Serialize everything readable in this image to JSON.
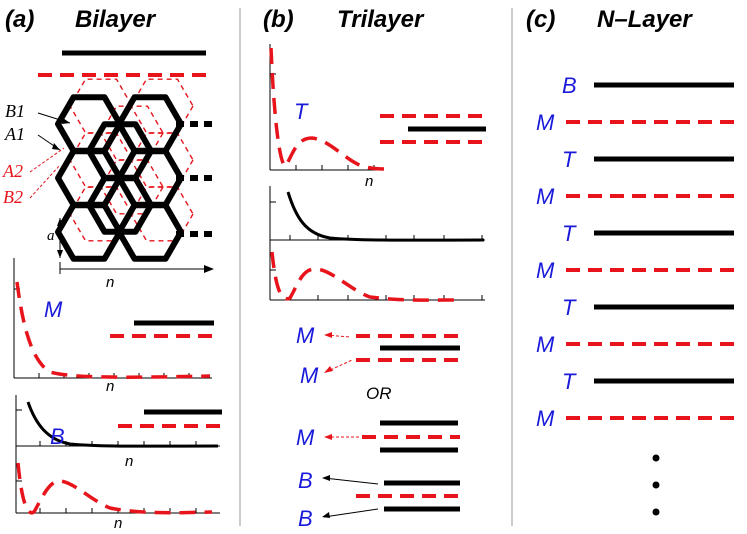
{
  "panels": {
    "a": {
      "letter": "(a)",
      "title": "Bilayer"
    },
    "b": {
      "letter": "(b)",
      "title": "Trilayer"
    },
    "c": {
      "letter": "(c)",
      "title": "N–Layer"
    }
  },
  "lattice": {
    "site_labels": [
      "B1",
      "A1",
      "A2",
      "B2"
    ],
    "spacing_label": "a",
    "axis_label": "n"
  },
  "labels": {
    "M": "M",
    "B": "B",
    "T": "T",
    "n": "n",
    "or": "OR",
    "dots": "•"
  },
  "nlayer_stack": [
    "B",
    "M",
    "T",
    "M",
    "T",
    "M",
    "T",
    "M",
    "T",
    "M"
  ],
  "colors": {
    "solid_layer": "#000000",
    "dashed_layer": "#e8141c",
    "state_label": "#1a1adb",
    "separator": "#9a9a9a"
  }
}
